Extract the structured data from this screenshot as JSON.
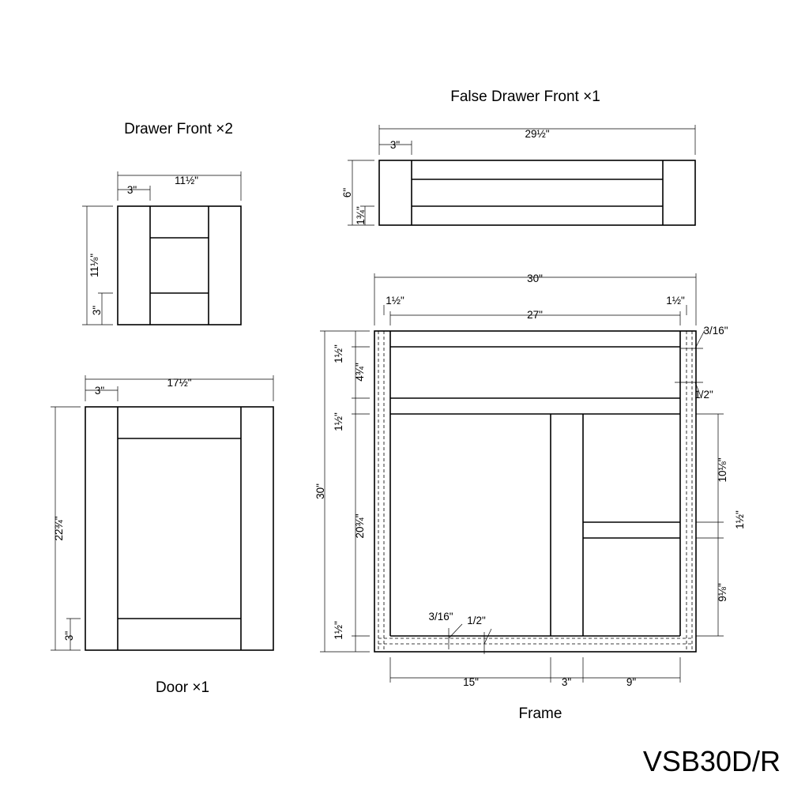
{
  "model": "VSB30D/R",
  "views": {
    "false_drawer": {
      "title": "False Drawer Front ×1",
      "dims": {
        "width": "29½\"",
        "stile": "3\"",
        "height": "6\"",
        "rail": "1¾\""
      }
    },
    "drawer_front": {
      "title": "Drawer Front ×2",
      "dims": {
        "width": "11½\"",
        "stile": "3\"",
        "height": "11⅛\"",
        "rail": "3\""
      }
    },
    "door": {
      "title": "Door ×1",
      "dims": {
        "width": "17½\"",
        "stile": "3\"",
        "height": "22¾\"",
        "rail": "3\""
      }
    },
    "frame": {
      "title": "Frame",
      "dims": {
        "overall_width": "30\"",
        "inner_width": "27\"",
        "left_stile": "1½\"",
        "right_stile": "1½\"",
        "panel_offset": "3/16\"",
        "panel_thickness": "1/2\"",
        "top_rail": "1½\"",
        "drawer_opening": "4¾\"",
        "mid_rail": "1½\"",
        "overall_height": "30\"",
        "door_opening": "20¾\"",
        "bottom_rail": "1½\"",
        "upper_opening": "10⅛\"",
        "shelf_rail": "1½\"",
        "lower_opening": "9⅛\"",
        "bottom_offset": "3/16\"",
        "bottom_thickness": "1/2\"",
        "left_opening": "15\"",
        "center_stile": "3\"",
        "right_opening": "9\""
      }
    }
  }
}
